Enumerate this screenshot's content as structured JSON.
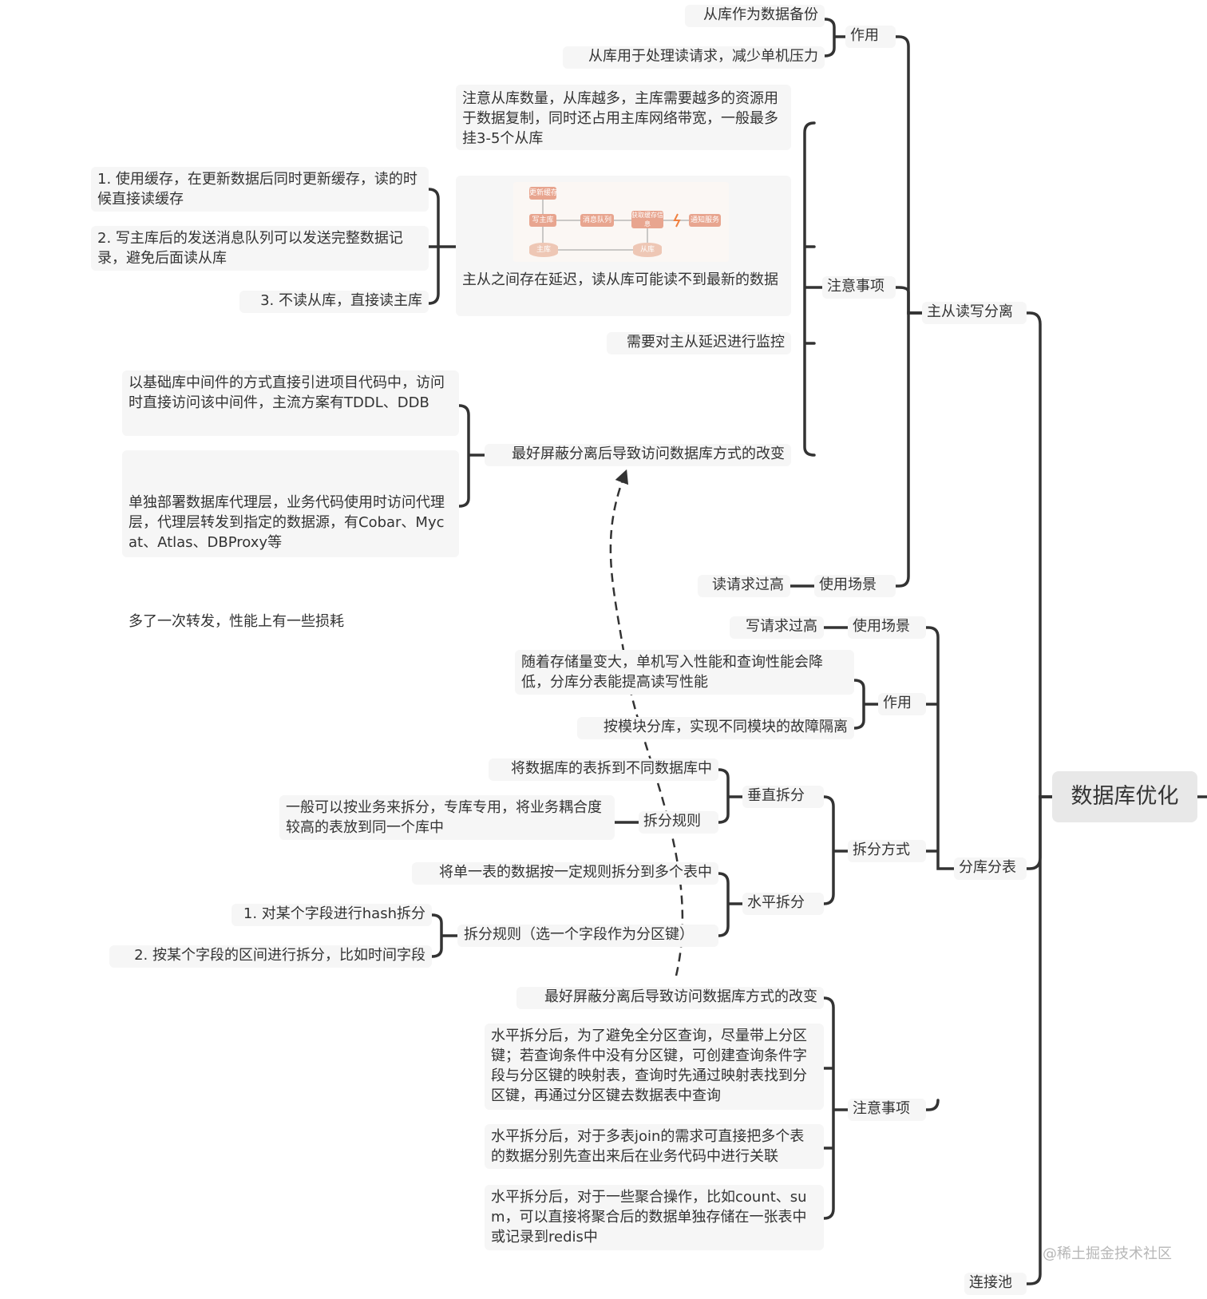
{
  "root": "数据库优化",
  "watermark": "@稀土掘金技术社区",
  "read_write": {
    "title": "主从读写分离",
    "effect": {
      "title": "作用",
      "items": [
        "从库作为数据备份",
        "从库用于处理读请求，减少单机压力"
      ]
    },
    "notes": {
      "title": "注意事项",
      "slave_count": "注意从库数量，从库越多，主库需要越多的资源用于数据复制，同时还占用主库网络带宽，一般最多挂3-5个从库",
      "delay": "主从之间存在延迟，读从库可能读不到最新的数据",
      "delay_solutions": [
        "1. 使用缓存，在更新数据后同时更新缓存，读的时候直接读缓存",
        "2. 写主库后的发送消息队列可以发送完整数据记录，避免后面读从库",
        "3. 不读从库，直接读主库"
      ],
      "monitor": "需要对主从延迟进行监控",
      "shield": "最好屏蔽分离后导致访问数据库方式的改变",
      "shield_ways": [
        "以基础库中间件的方式直接引进项目代码中，访问时直接访问该中间件，主流方案有TDDL、DDB",
        "单独部署数据库代理层，业务代码使用时访问代理层，代理层转发到指定的数据源，有Cobar、Mycat、Atlas、DBProxy等",
        "多了一次转发，性能上有一些损耗"
      ]
    },
    "usage": {
      "title": "使用场景",
      "value": "读请求过高"
    }
  },
  "flow_image": {
    "labels": [
      "更新缓存",
      "写主库",
      "消息队列",
      "获取缓存信息",
      "通知服务",
      "主库",
      "从库"
    ]
  },
  "sharding": {
    "title": "分库分表",
    "usage": {
      "title": "使用场景",
      "value": "写请求过高"
    },
    "effect": {
      "title": "作用",
      "items": [
        "随着存储量变大，单机写入性能和查询性能会降低，分库分表能提高读写性能",
        "按模块分库，实现不同模块的故障隔离"
      ]
    },
    "split": {
      "title": "拆分方式",
      "vertical": {
        "title": "垂直拆分",
        "desc": "将数据库的表拆到不同数据库中",
        "rule_label": "拆分规则",
        "rule": "一般可以按业务来拆分，专库专用，将业务耦合度较高的表放到同一个库中"
      },
      "horizontal": {
        "title": "水平拆分",
        "desc": "将单一表的数据按一定规则拆分到多个表中",
        "rule_label": "拆分规则（选一个字段作为分区键）",
        "rules": [
          "1. 对某个字段进行hash拆分",
          "2. 按某个字段的区间进行拆分，比如时间字段"
        ]
      }
    },
    "notes": {
      "title": "注意事项",
      "items": [
        "最好屏蔽分离后导致访问数据库方式的改变",
        "水平拆分后，为了避免全分区查询，尽量带上分区键；若查询条件中没有分区键，可创建查询条件字段与分区键的映射表，查询时先通过映射表找到分区键，再通过分区键去数据表中查询",
        "水平拆分后，对于多表join的需求可直接把多个表的数据分别先查出来后在业务代码中进行关联",
        "水平拆分后，对于一些聚合操作，比如count、sum，可以直接将聚合后的数据单独存储在一张表中或记录到redis中"
      ]
    }
  },
  "pool": {
    "title": "连接池"
  }
}
